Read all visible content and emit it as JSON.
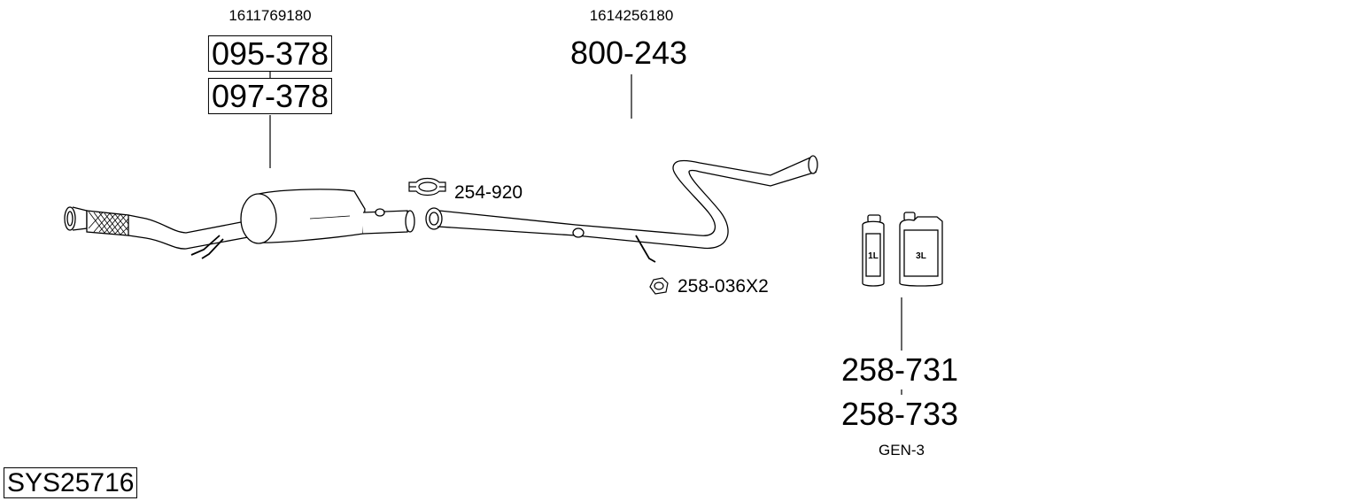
{
  "oem_refs": [
    "1611769180",
    "1614256180"
  ],
  "parts": {
    "dpf_a": "095-378",
    "dpf_b": "097-378",
    "middle_pipe": "800-243",
    "clamp": "254-920",
    "nut": "258-036X2",
    "fluid_a": "258-731",
    "fluid_b": "258-733",
    "fluid_type": "GEN-3"
  },
  "containers": {
    "small": "1L",
    "large": "3L"
  },
  "system_id": "SYS25716",
  "colors": {
    "stroke": "#000000",
    "background": "#ffffff"
  }
}
